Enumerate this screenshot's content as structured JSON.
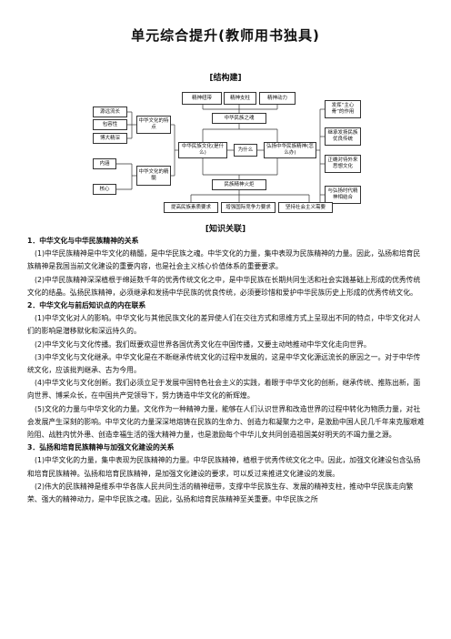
{
  "title": "单元综合提升(教师用书独具)",
  "structure_heading": "[结构建]",
  "diagram": {
    "top_spirit": [
      "精神纽带",
      "精神支柱",
      "精神动力"
    ],
    "soul": "中华民族之魂",
    "left_traits": [
      "源远流长",
      "包容性",
      "博大精深"
    ],
    "left_essence": [
      "内涵",
      "核心"
    ],
    "culture_traits": "中华文化的特点",
    "culture_essence": "中华文化的精髓",
    "center_culture": "中华民族文化(是什么)",
    "why": "为什么",
    "promote": "弘扬中华民族精神(怎么办)",
    "right_items": [
      "发挥“主心骨”的作用",
      "继承发扬民族优良传统",
      "正确对待外来思想文化",
      "与弘扬时代精神相结合"
    ],
    "bottom_center": "民族精神火炬",
    "bottom_row": [
      "提高民族素质要求",
      "增强国际竞争力要求",
      "坚持社会主义需要"
    ]
  },
  "knowledge_heading": "[知识关联]",
  "body": [
    {
      "type": "h",
      "text": "1．中华文化与中华民族精神的关系"
    },
    {
      "type": "p",
      "text": "(1)中华民族精神是中华文化的精髓，是中华民族之魂。中华文化的力量，集中表现为民族精神的力量。因此，弘扬和培育民族精神是我国当前文化建设的重要内容，也是社会主义核心价值体系的重要要求。"
    },
    {
      "type": "p",
      "text": "(2)中华民族精神深深植根于绵延数千年的优秀传统文化之中，是中华民族在长期共同生活和社会实践基础上形成的优秀传统文化的结晶。弘扬民族精神，必须继承和发扬中华民族的优良传统，必须要珍惜和爱护中华民族历史上形成的优秀传统文化。"
    },
    {
      "type": "h",
      "text": "2．中华文化与前后知识点的内在联系"
    },
    {
      "type": "p",
      "text": "(1)中华文化对人的影响。中华文化与其他民族文化的差异使人们在交往方式和思维方式上呈现出不同的特点，中华文化对人们的影响是潜移默化和深远持久的。"
    },
    {
      "type": "p",
      "text": "(2)中华文化与文化传播。我们既要欢迎世界各国优秀文化在中国传播，又要主动地推动中华文化走向世界。"
    },
    {
      "type": "p",
      "text": "(3)中华文化与文化继承。中华文化是在不断继承传统文化的过程中发展的，这是中华文化源远流长的原因之一。对于中华传统文化，应该批判继承、古为今用。"
    },
    {
      "type": "p",
      "text": "(4)中华文化与文化创新。我们必须立足于发展中国特色社会主义的实践，着眼于中华文化的创新，继承传统、推陈出新，面向世界、博采众长，在中国共产党领导下，努力铸造中华文化的新辉煌。"
    },
    {
      "type": "p",
      "text": "(5)文化的力量与中华文化的力量。文化作为一种精神力量，能够在人们认识世界和改造世界的过程中转化为物质力量，对社会发展产生深刻的影响。中华文化的力量深深地熔铸在民族的生命力、创造力和凝聚力之中，是激励中国人民几千年来克服艰难险阻、战胜内忧外患、创造幸福生活的强大精神力量，也是激励每个中华儿女共同创造祖国美好明天的不竭力量之源。"
    },
    {
      "type": "h",
      "text": "3．弘扬和培育民族精神与加强文化建设的关系"
    },
    {
      "type": "p",
      "text": "(1)中华文化的力量，集中表现为民族精神的力量。中华民族精神，植根于优秀传统文化之中。因此，加强文化建设包含弘扬和培育民族精神。弘扬和培育民族精神，是加强文化建设的要求，可以反过来推进文化建设的发展。"
    },
    {
      "type": "p",
      "text": "(2)伟大的民族精神是维系中华各族人民共同生活的精神纽带，支撑中华民族生存、发展的精神支柱，推动中华民族走向繁荣、强大的精神动力，是中华民族之魂。因此，弘扬和培育民族精神至关重要。中华民族之所"
    }
  ]
}
